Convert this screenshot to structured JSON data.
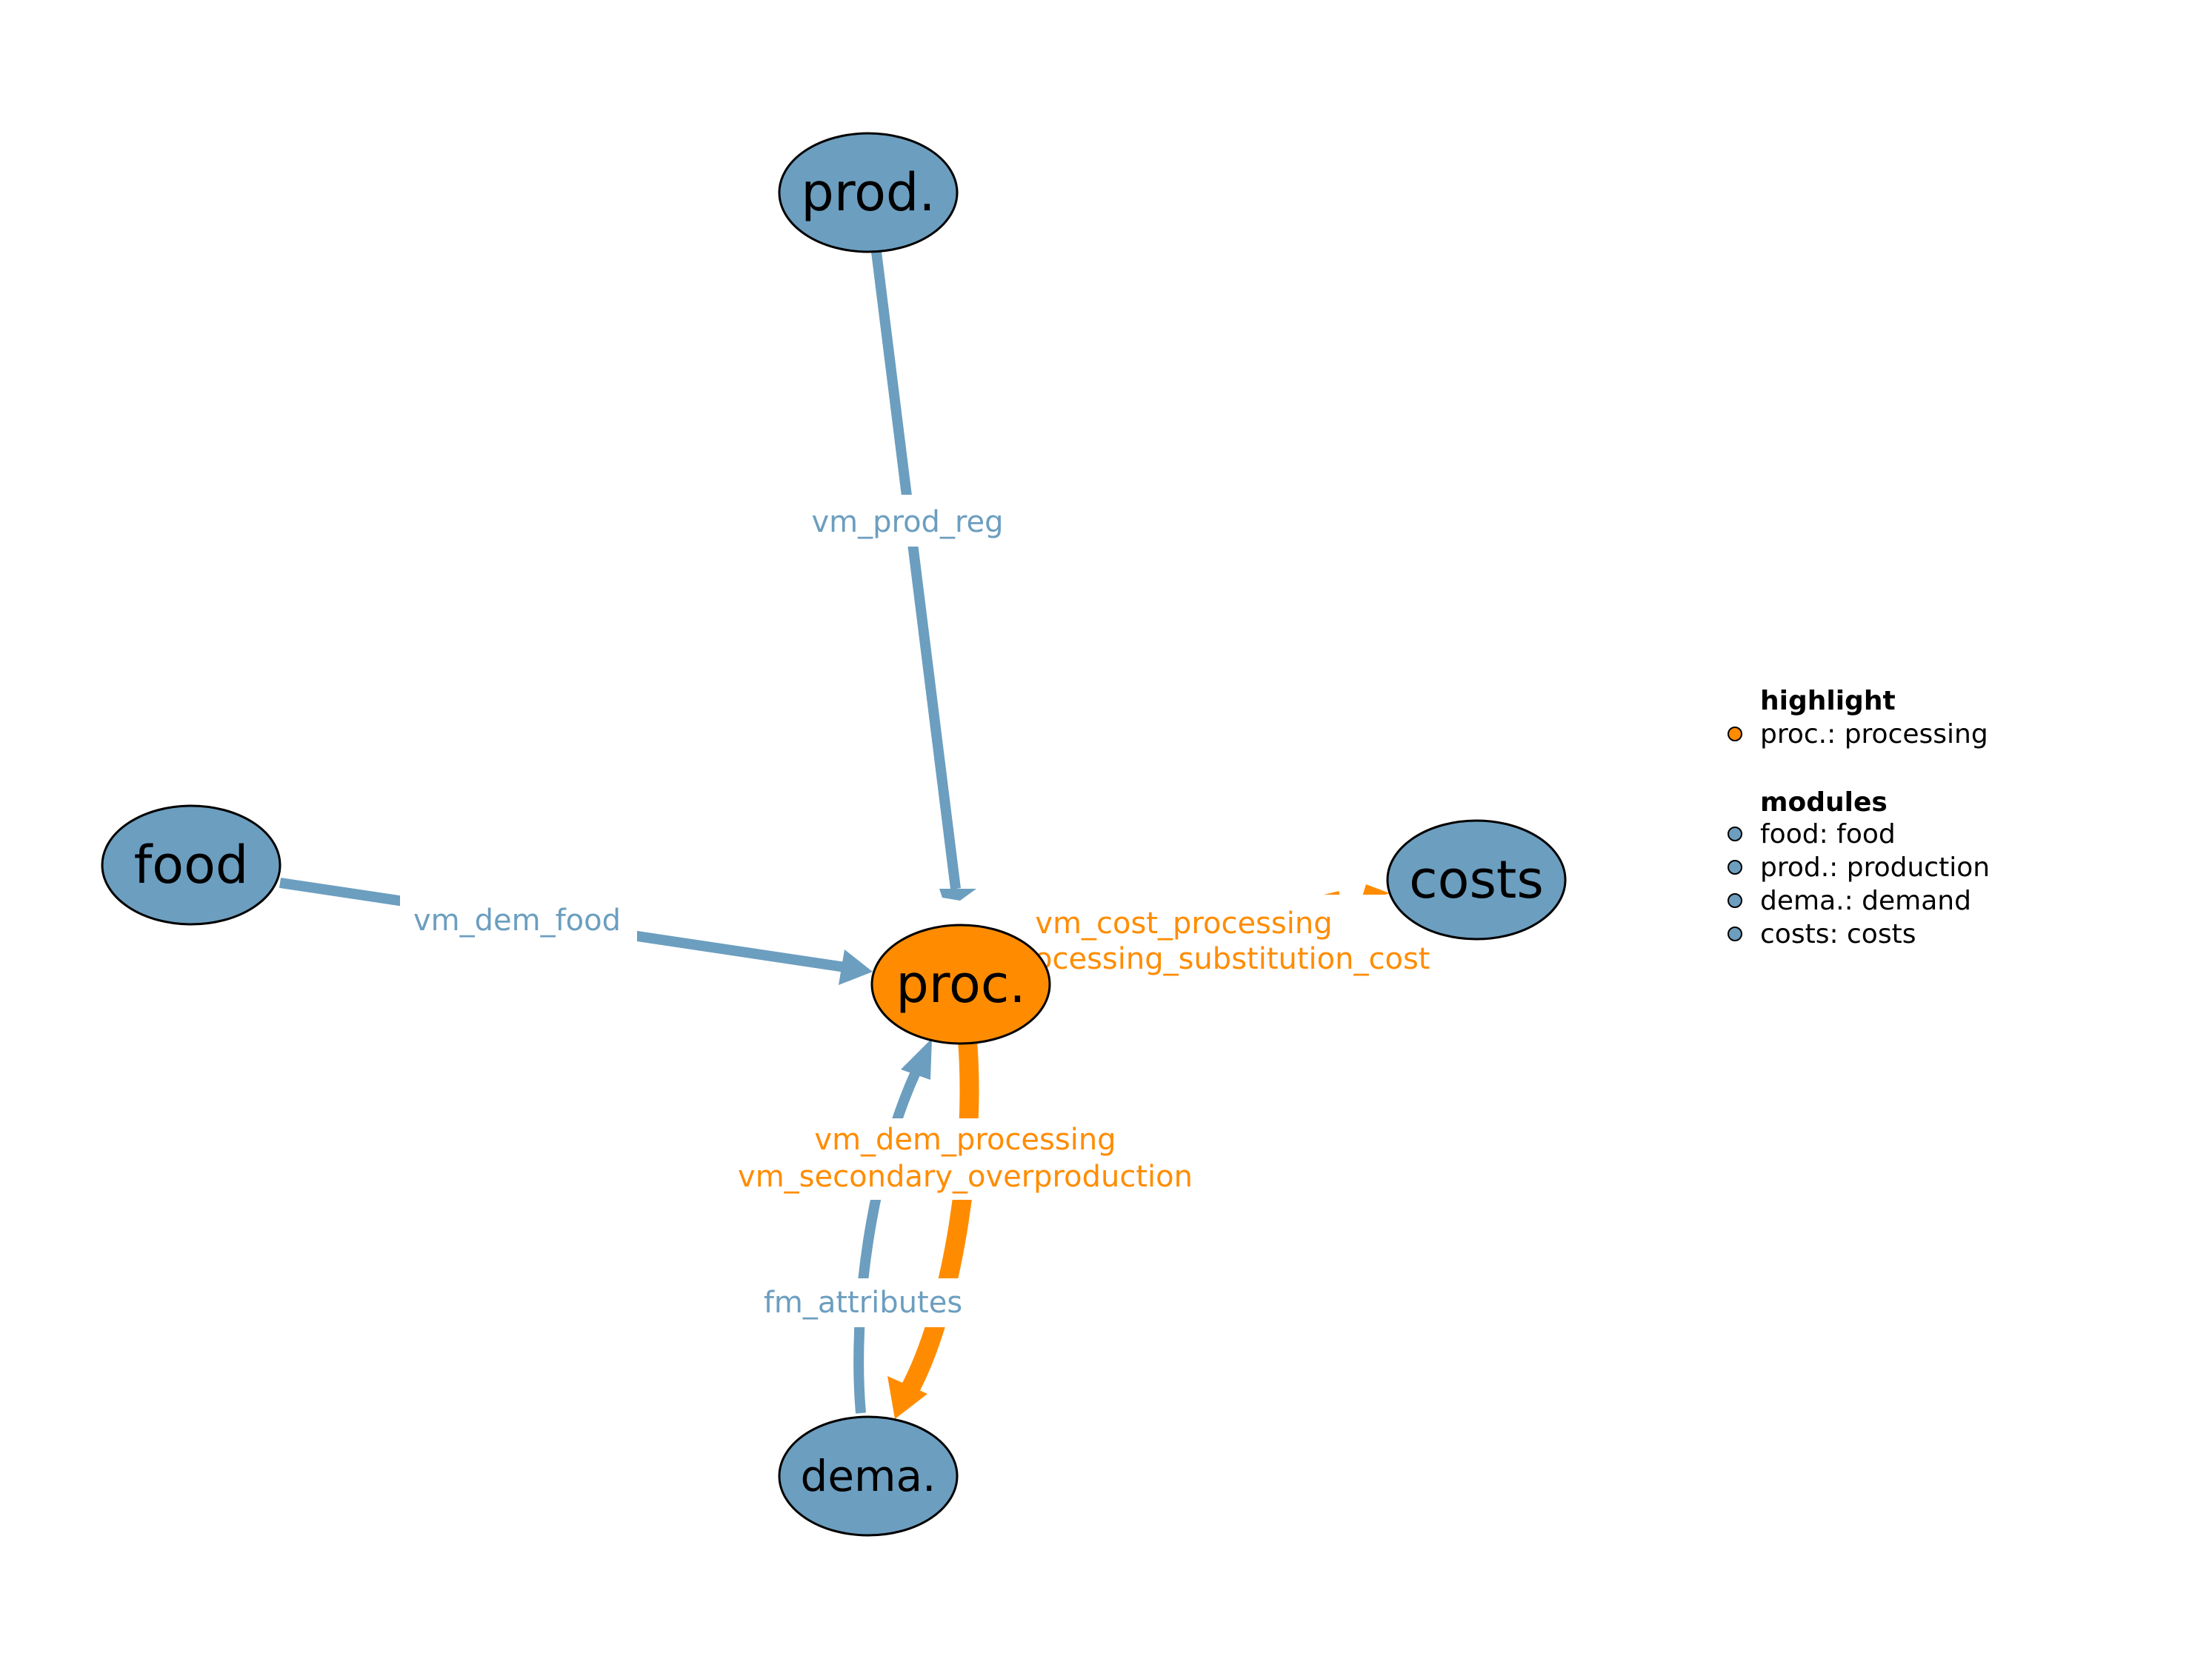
{
  "colors": {
    "module": "#6c9ebf",
    "highlight": "#ff8c00",
    "outline": "#000000",
    "label_bg": "#ffffff"
  },
  "nodes": {
    "prod": {
      "label": "prod."
    },
    "food": {
      "label": "food"
    },
    "proc": {
      "label": "proc."
    },
    "costs": {
      "label": "costs"
    },
    "dema": {
      "label": "dema."
    }
  },
  "edges": {
    "prod_to_proc": {
      "label": "vm_prod_reg"
    },
    "food_to_proc": {
      "label": "vm_dem_food"
    },
    "proc_to_costs": {
      "line1": "vm_cost_processing",
      "line2": "ocessing_substitution_cost"
    },
    "proc_to_dema": {
      "line1": "vm_dem_processing",
      "line2": "vm_secondary_overproduction"
    },
    "dema_to_proc": {
      "label": "fm_attributes"
    }
  },
  "legend": {
    "highlight_heading": "highlight",
    "highlight_items": [
      "proc.: processing"
    ],
    "modules_heading": "modules",
    "modules_items": [
      "food: food",
      "prod.: production",
      "dema.: demand",
      "costs: costs"
    ]
  }
}
